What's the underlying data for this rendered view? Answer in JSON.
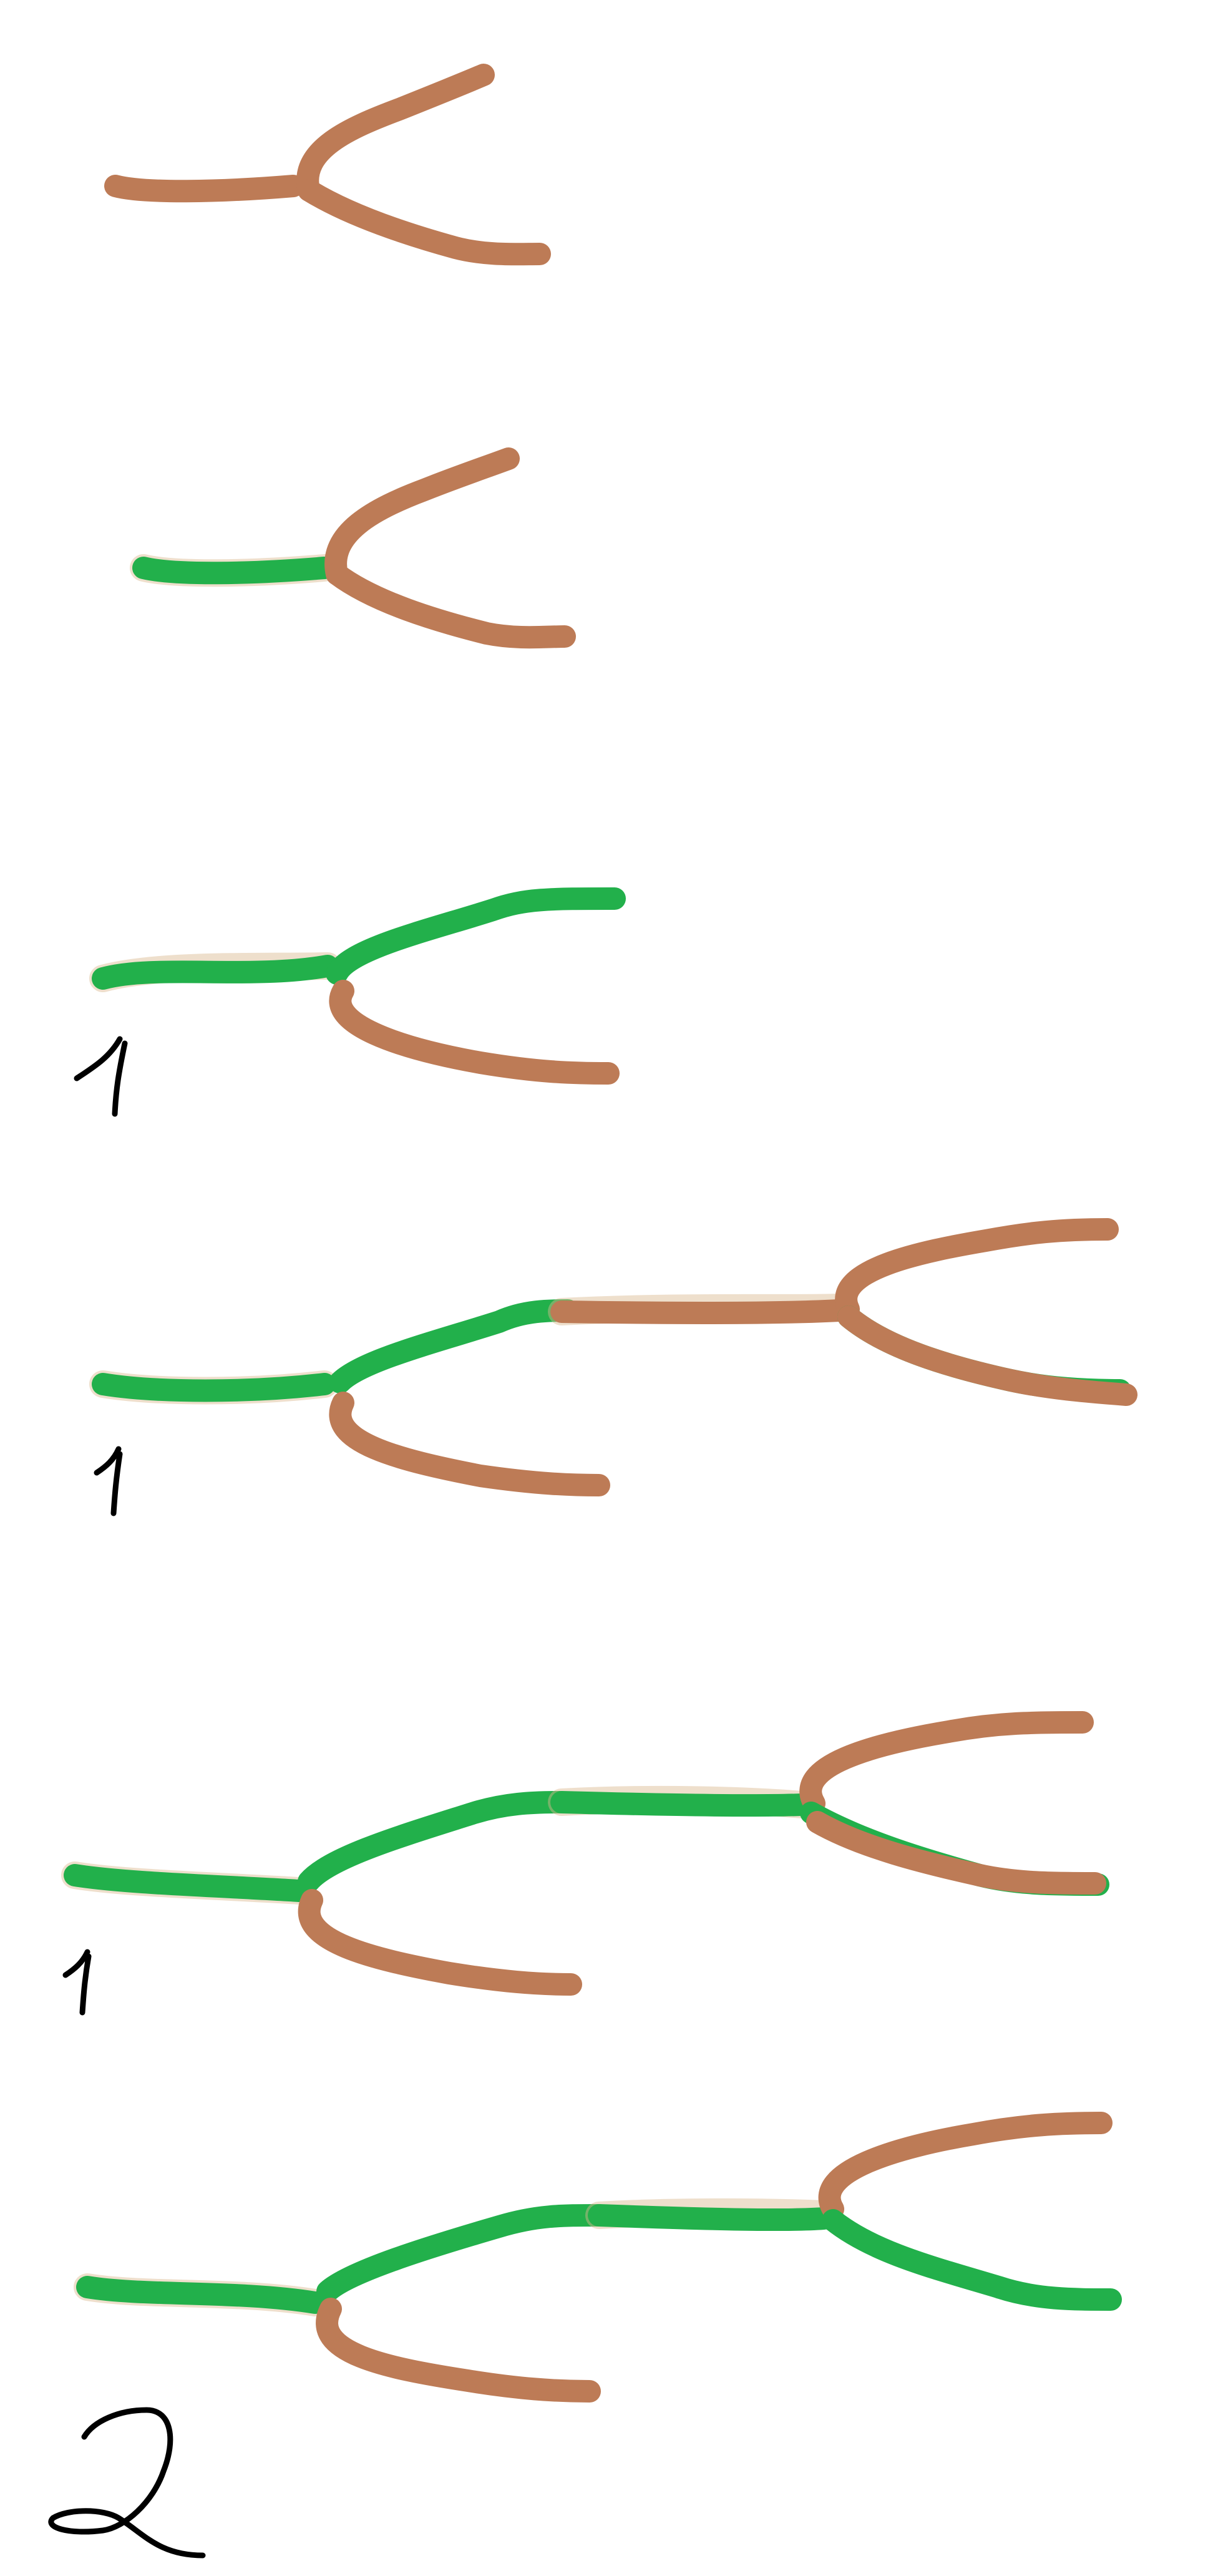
{
  "colors": {
    "background": "#ffffff",
    "untraversed": "#bd7b56",
    "traversed": "#22b04b",
    "halo": "#d9b88e",
    "label": "#000000"
  },
  "labels": {
    "step_3": "1",
    "step_4": "1",
    "step_5": "1",
    "step_6": "2"
  }
}
